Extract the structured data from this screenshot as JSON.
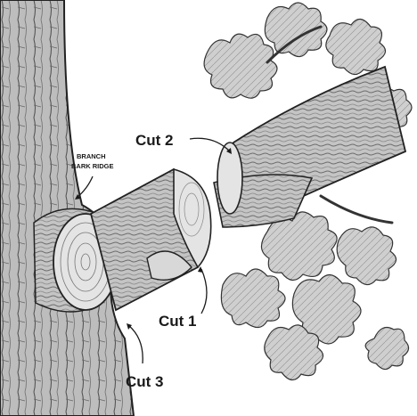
{
  "labels": {
    "branch_bark_ridge_line1": "BRANCH",
    "branch_bark_ridge_line2": "BARK RIDGE",
    "cut1": "Cut 1",
    "cut2": "Cut 2",
    "cut3": "Cut 3"
  },
  "colors": {
    "ink": "#1a1a1a",
    "bark_light": "#c9c9c9",
    "bark_mid": "#9a9a9a",
    "bark_dark": "#5a5a5a",
    "wood_face": "#e4e4e4",
    "leaf": "#bdbdbd"
  }
}
